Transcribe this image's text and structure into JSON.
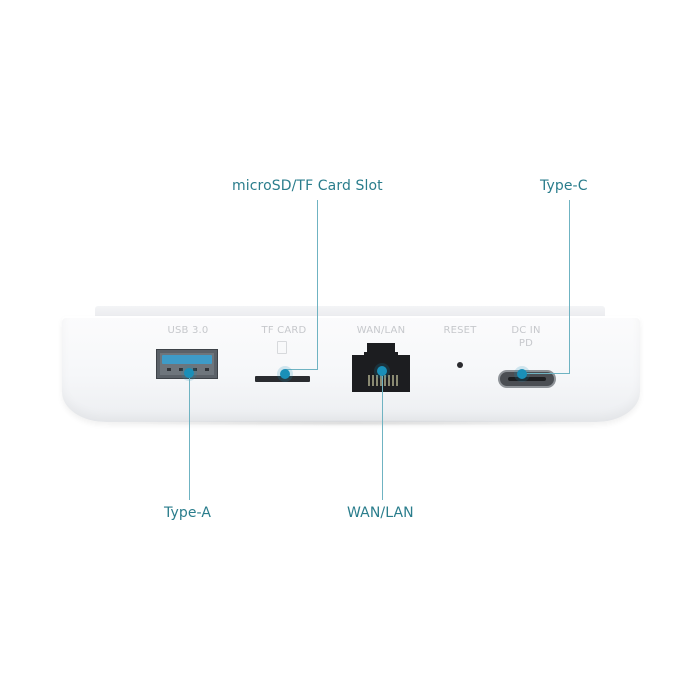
{
  "callouts": {
    "microsd": "microSD/TF Card Slot",
    "type_c": "Type-C",
    "type_a": "Type-A",
    "wan_lan": "WAN/LAN"
  },
  "device_labels": {
    "usb": "USB 3.0",
    "tf": "TF CARD",
    "wan": "WAN/LAN",
    "reset": "RESET",
    "dc_line1": "DC IN",
    "dc_line2": "PD"
  },
  "colors": {
    "callout_text": "#2a7d8c",
    "leader_line": "#6fb3c2",
    "leader_dot": "#1a8fb8",
    "device_body": "#f6f7f9",
    "port_label": "#c6c8cc"
  }
}
